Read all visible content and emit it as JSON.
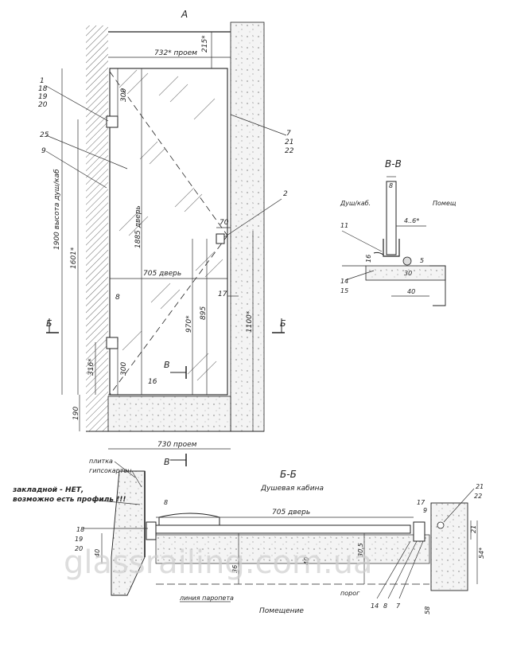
{
  "front_view": {
    "title": "А",
    "dims": {
      "opening_top": "732* проем",
      "top_gap": "215*",
      "hinge_top": "300",
      "door_height": "1885 дверь",
      "door_width": "705 дверь",
      "gap_left": "8",
      "gap_right": "17",
      "handle_offset": "70",
      "handle_height": "970*",
      "handle_height2": "895",
      "right_height": "1100*",
      "shower_height": "1900 высота душ/каб",
      "left_height": "1601*",
      "hinge_bottom": "300",
      "bottom_offset": "316*",
      "threshold_gap": "16",
      "base_height": "190",
      "opening_bottom": "730 проем"
    },
    "callouts": {
      "left_stack": [
        "1",
        "18",
        "19",
        "20"
      ],
      "glass": "25",
      "profile": "9",
      "right_stack": [
        "7",
        "21",
        "22"
      ],
      "handle": "2"
    },
    "section_marks": {
      "b_left": "Б",
      "b_right": "Б",
      "v_top": "В",
      "v_bottom": "В"
    }
  },
  "section_vv": {
    "title": "В-В",
    "label_left": "Душ/каб.",
    "label_right": "Помещ",
    "dims": {
      "glass": "8",
      "gap": "4..6*",
      "seal_h": "16",
      "sill_h": "5",
      "profile_w": "30",
      "base_w": "40"
    },
    "callouts": [
      "11",
      "14",
      "15"
    ]
  },
  "section_bb": {
    "title": "Б-Б",
    "subtitle": "Душевая кабина",
    "wall_labels": [
      "плитка",
      "гипсокартон"
    ],
    "note_line1": "закладной - НЕТ,",
    "note_line2": "возможно есть профиль !!!",
    "dims": {
      "gap_left": "8",
      "door_width": "705 дверь",
      "gap_right1": "17",
      "gap_right2": "9",
      "wall_left": "40",
      "wall_mid": "40",
      "floor_left": "36",
      "floor_mid": "30,5",
      "right_h1": "21",
      "right_h2": "54*",
      "right_off": "58"
    },
    "callouts_left": [
      "18",
      "19",
      "20"
    ],
    "callouts_right": [
      "21",
      "22"
    ],
    "bottom_callouts": [
      "14",
      "8",
      "7"
    ],
    "floor_line": "линия паропета",
    "threshold": "порог",
    "room": "Помещение"
  },
  "watermark": "glassrailing.com.ua"
}
